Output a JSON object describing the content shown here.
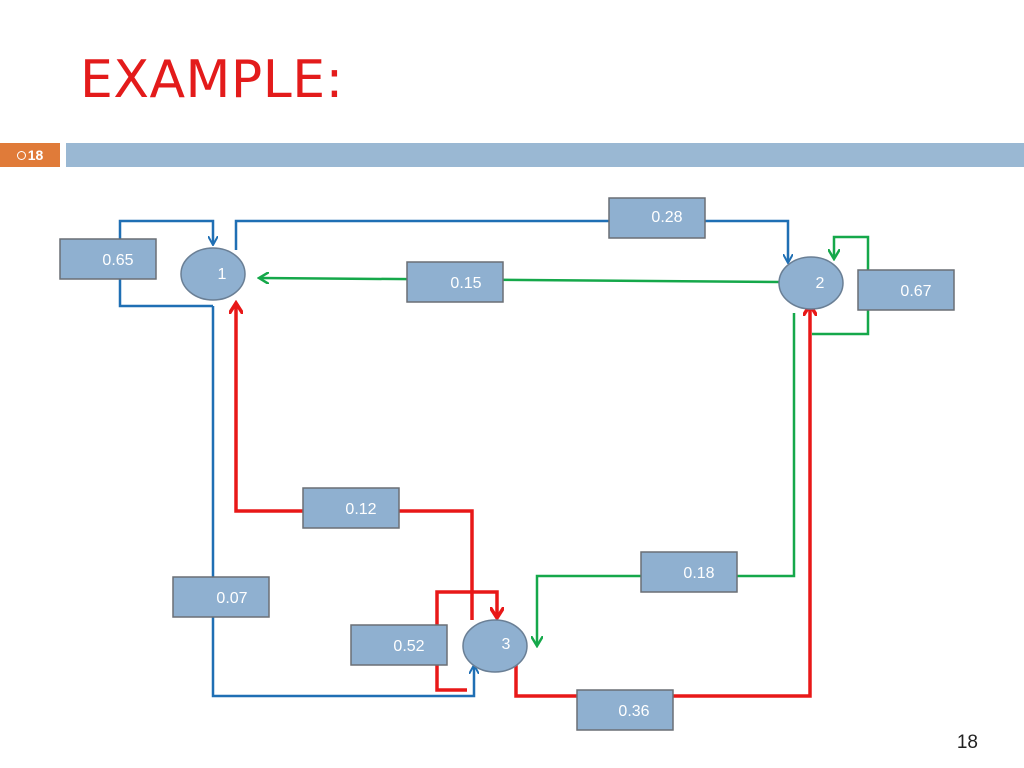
{
  "slide": {
    "title": "EXAMPLE:",
    "badge_number": "18",
    "page_number": "18"
  },
  "colors": {
    "title": "#e31b1b",
    "badge": "#e07b39",
    "bar": "#9ab8d3",
    "node_fill": "#8fb0d0",
    "blue_edges": "#1f6fb4",
    "green_edges": "#15a84a",
    "red_edges": "#e81818"
  },
  "diagram": {
    "nodes": [
      {
        "id": "node-1",
        "label": "1"
      },
      {
        "id": "node-2",
        "label": "2"
      },
      {
        "id": "node-3",
        "label": "3"
      }
    ],
    "edges": [
      {
        "from": "1",
        "to": "1",
        "label": "0.65",
        "color": "blue"
      },
      {
        "from": "1",
        "to": "2",
        "label": "0.28",
        "color": "blue"
      },
      {
        "from": "1",
        "to": "3",
        "label": "0.07",
        "color": "blue"
      },
      {
        "from": "2",
        "to": "1",
        "label": "0.15",
        "color": "green"
      },
      {
        "from": "2",
        "to": "2",
        "label": "0.67",
        "color": "green"
      },
      {
        "from": "2",
        "to": "3",
        "label": "0.18",
        "color": "green"
      },
      {
        "from": "3",
        "to": "1",
        "label": "0.12",
        "color": "red"
      },
      {
        "from": "3",
        "to": "2",
        "label": "0.36",
        "color": "red"
      },
      {
        "from": "3",
        "to": "3",
        "label": "0.52",
        "color": "red"
      }
    ]
  }
}
